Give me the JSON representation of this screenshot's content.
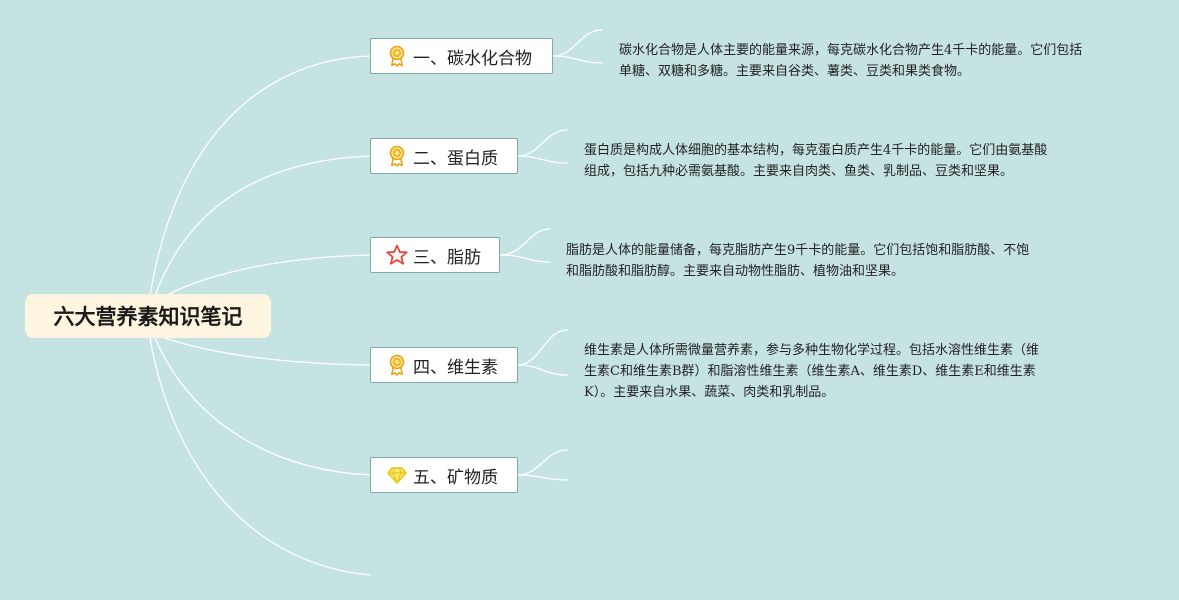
{
  "root": {
    "title": "六大营养素知识笔记"
  },
  "branches": [
    {
      "title": "一、碳水化合物",
      "icon": "award-medal-icon",
      "icon_color": "#f2b61c",
      "desc_lines": [
        "碳水化合物是人体主要的能量来源，每克碳水化合物产生4千卡的能量。它们包括",
        "单糖、双糖和多糖。主要来自谷类、薯类、豆类和果类食物。"
      ]
    },
    {
      "title": "二、蛋白质",
      "icon": "award-medal-icon",
      "icon_color": "#f2b61c",
      "desc_lines": [
        "蛋白质是构成人体细胞的基本结构，每克蛋白质产生4千卡的能量。它们由氨基酸",
        "组成，包括九种必需氨基酸。主要来自肉类、鱼类、乳制品、豆类和坚果。"
      ]
    },
    {
      "title": "三、脂肪",
      "icon": "star-outline-icon",
      "icon_color": "#e8453c",
      "desc_lines": [
        "脂肪是人体的能量储备，每克脂肪产生9千卡的能量。它们包括饱和脂肪酸、不饱",
        "和脂肪酸和脂肪醇。主要来自动物性脂肪、植物油和坚果。"
      ]
    },
    {
      "title": "四、维生素",
      "icon": "award-medal-icon",
      "icon_color": "#f2b61c",
      "desc_lines": [
        "维生素是人体所需微量营养素，参与多种生物化学过程。包括水溶性维生素（维",
        "生素C和维生素B群）和脂溶性维生素（维生素A、维生素D、维生素E和维生素",
        "K）。主要来自水果、蔬菜、肉类和乳制品。"
      ]
    },
    {
      "title": "五、矿物质",
      "icon": "diamond-gem-icon",
      "icon_color": "#f3d21b",
      "desc_lines": []
    }
  ]
}
